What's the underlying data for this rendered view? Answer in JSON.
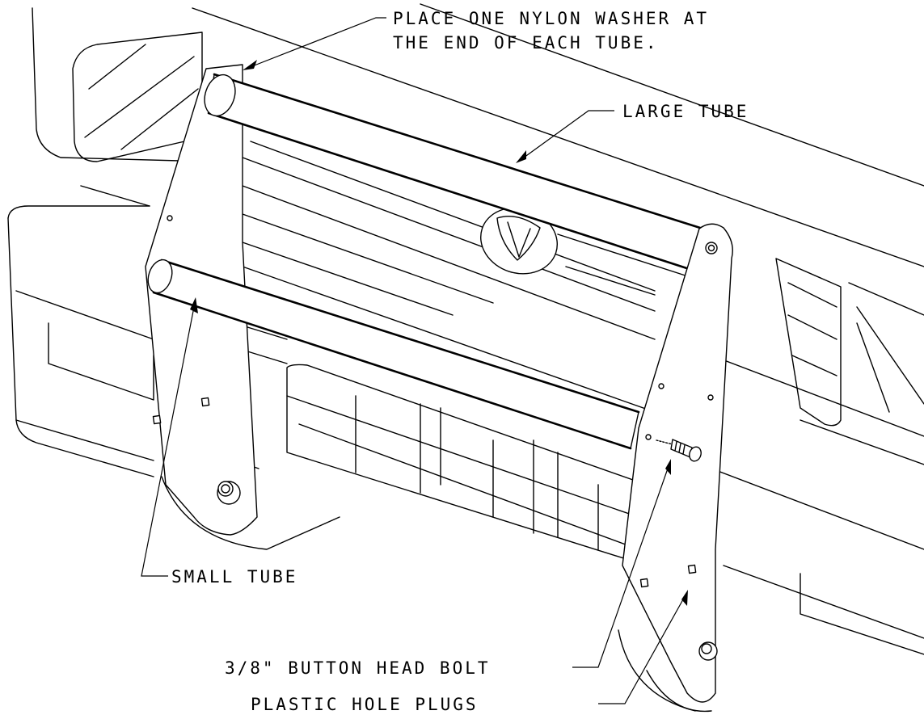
{
  "diagram": {
    "background": "#ffffff",
    "line_color": "#000000",
    "callouts": {
      "washer_line1": "PLACE ONE NYLON WASHER AT",
      "washer_line2": "THE END OF EACH TUBE.",
      "large_tube": "LARGE TUBE",
      "small_tube": "SMALL TUBE",
      "bolt": "3/8\" BUTTON HEAD BOLT",
      "plugs": "PLASTIC HOLE PLUGS"
    }
  }
}
